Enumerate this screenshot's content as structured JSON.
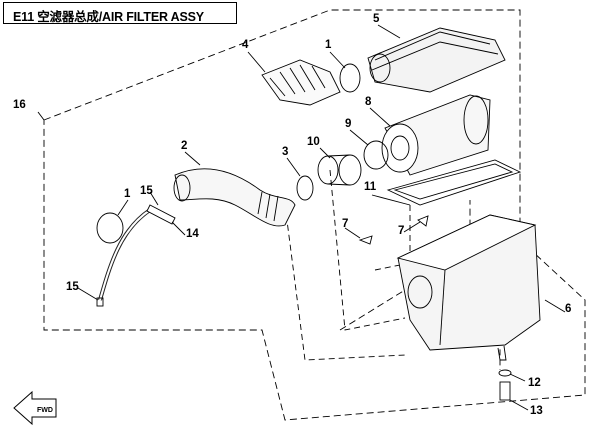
{
  "title": "E11 空滤器总成/AIR FILTER ASSY",
  "fwd_label": "FWD",
  "callouts": {
    "c1a": "1",
    "c1b": "1",
    "c2": "2",
    "c3": "3",
    "c4": "4",
    "c5": "5",
    "c6": "6",
    "c7a": "7",
    "c7b": "7",
    "c8": "8",
    "c9": "9",
    "c10": "10",
    "c11": "11",
    "c12": "12",
    "c13": "13",
    "c14": "14",
    "c15a": "15",
    "c15b": "15",
    "c16": "16"
  }
}
